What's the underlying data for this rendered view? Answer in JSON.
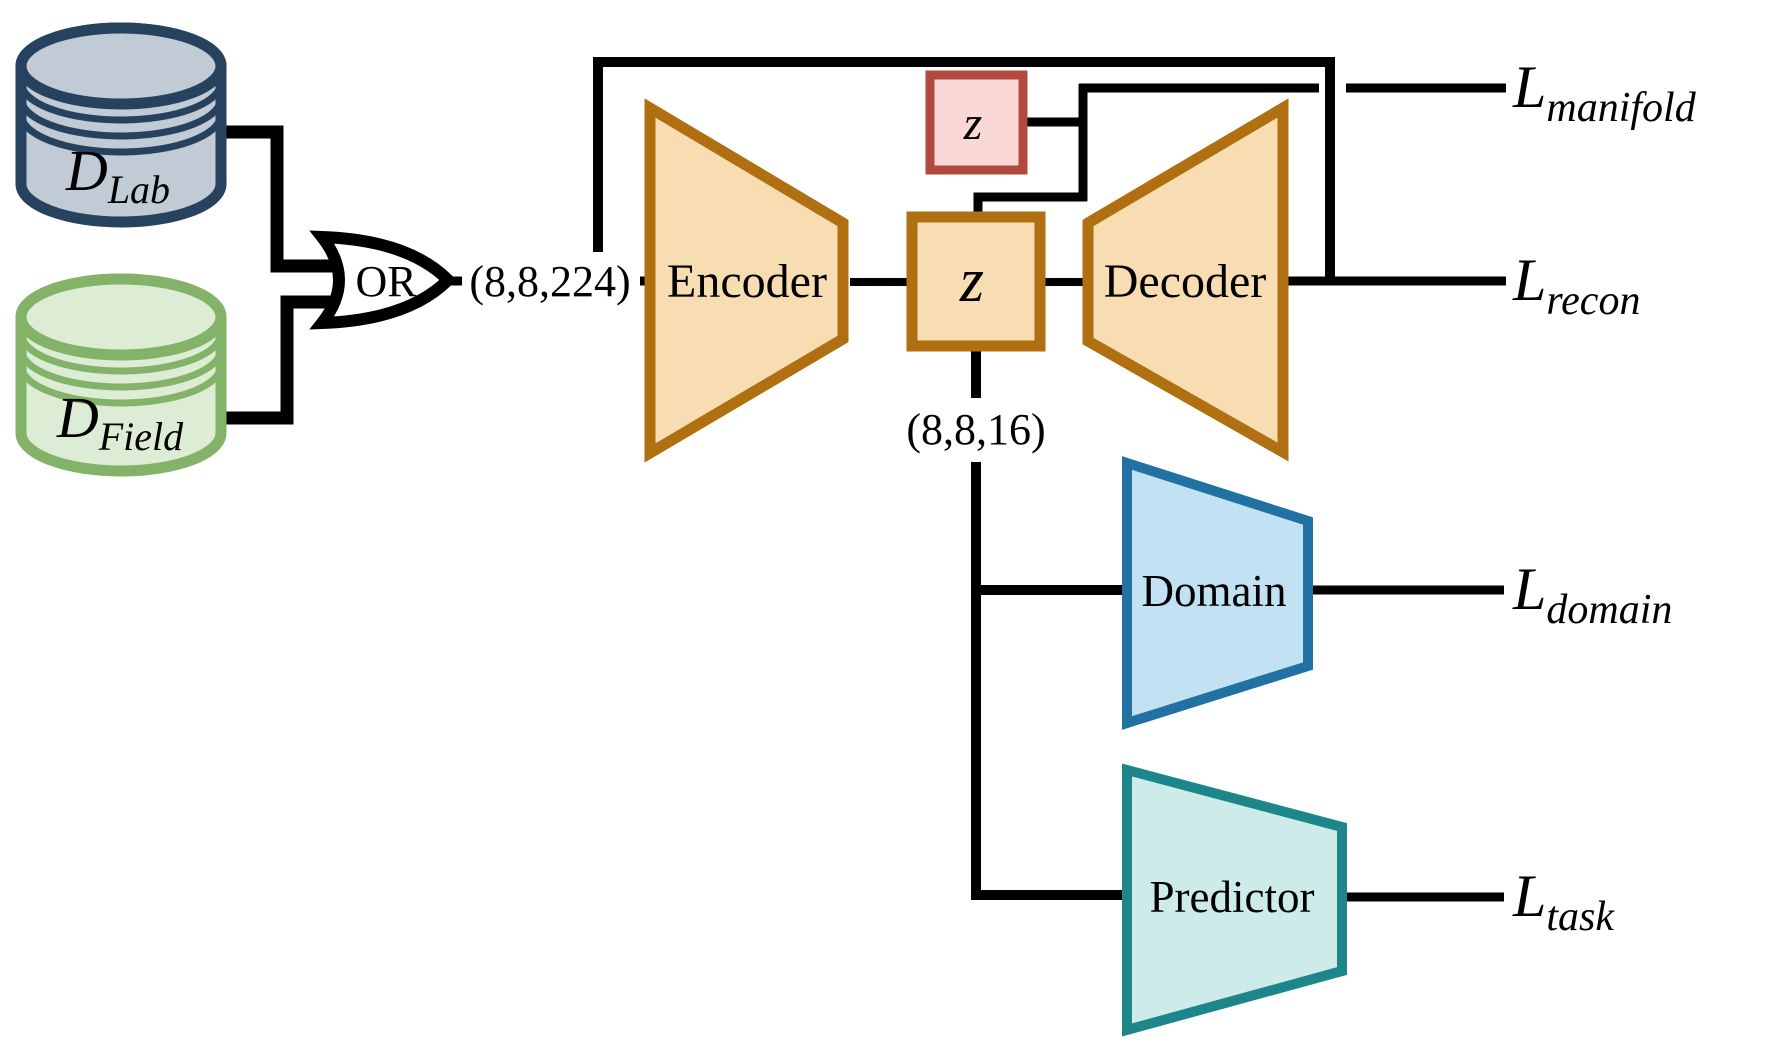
{
  "colors": {
    "orange_fill": "#f8dcb2",
    "orange_border": "#b06f10",
    "pink_fill": "#f9d8d6",
    "pink_border": "#b2493f",
    "blue_fill": "#c2e1f3",
    "blue_border": "#2171a3",
    "teal_fill": "#cdebe9",
    "teal_border": "#1d868b",
    "lab_fill": "#c1cbd6",
    "lab_border": "#26425e",
    "field_fill": "#ddecd4",
    "field_border": "#82b368",
    "line": "#000000"
  },
  "datasets": {
    "lab": {
      "main": "D",
      "sub": "Lab"
    },
    "field": {
      "main": "D",
      "sub": "Field"
    }
  },
  "gate": {
    "label": "OR"
  },
  "tensors": {
    "input": "(8,8,224)",
    "latent": "(8,8,16)"
  },
  "nodes": {
    "encoder": "Encoder",
    "decoder": "Decoder",
    "domain": "Domain",
    "predictor": "Predictor",
    "latent": "z",
    "prior": "z"
  },
  "losses": {
    "manifold": {
      "main": "L",
      "sub": "manifold"
    },
    "recon": {
      "main": "L",
      "sub": "recon"
    },
    "domain": {
      "main": "L",
      "sub": "domain"
    },
    "task": {
      "main": "L",
      "sub": "task"
    }
  }
}
